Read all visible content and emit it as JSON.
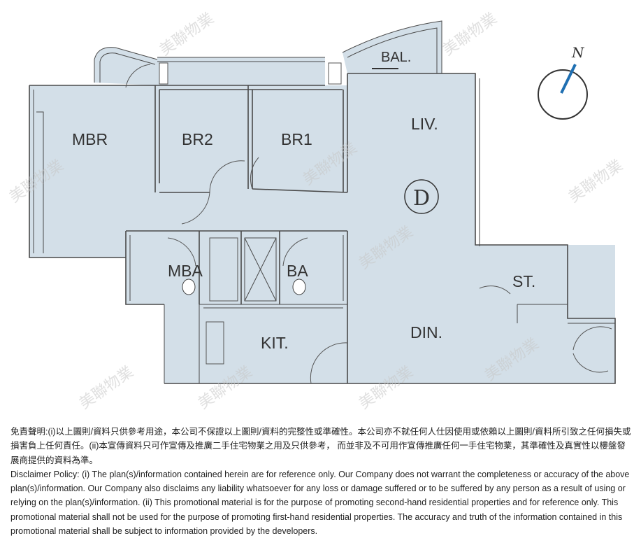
{
  "rooms": {
    "mbr": "MBR",
    "br2": "BR2",
    "br1": "BR1",
    "bal": "BAL.",
    "liv": "LIV.",
    "din": "DIN.",
    "st": "ST.",
    "mba": "MBA",
    "ba": "BA",
    "kit": "KIT.",
    "unit_marker": "D"
  },
  "compass": {
    "label": "N"
  },
  "watermark": "美聯物業",
  "colors": {
    "room_fill": "#d3dfe8",
    "wall": "#4a4a4a",
    "compass_needle": "#1f6fb2"
  },
  "disclaimer": {
    "chinese": "免責聲明:(i)以上圖則/資料只供參考用途，本公司不保證以上圖則/資料的完整性或準確性。本公司亦不就任何人仕因使用或依賴以上圖則/資料所引致之任何損失或損害負上任何責任。(ii)本宣傳資料只可作宣傳及推廣二手住宅物業之用及只供參考， 而並非及不可用作宣傳推廣任何一手住宅物業，其準確性及真實性以樓盤發展商提供的資料為準。",
    "english": "Disclaimer Policy: (i) The plan(s)/information contained herein are for reference only. Our Company does not warrant the completeness or accuracy of the above plan(s)/information. Our Company also disclaims any liability whatsoever for any loss or damage suffered or to be suffered by any person as a result of using or relying on the plan(s)/information. (ii) This promotional material is for the purpose of promoting second-hand residential properties and for reference only. This promotional material shall not be used for the purpose of promoting first-hand residential properties. The accuracy and truth of the information contained in this promotional material shall be subject to information provided by the developers."
  }
}
